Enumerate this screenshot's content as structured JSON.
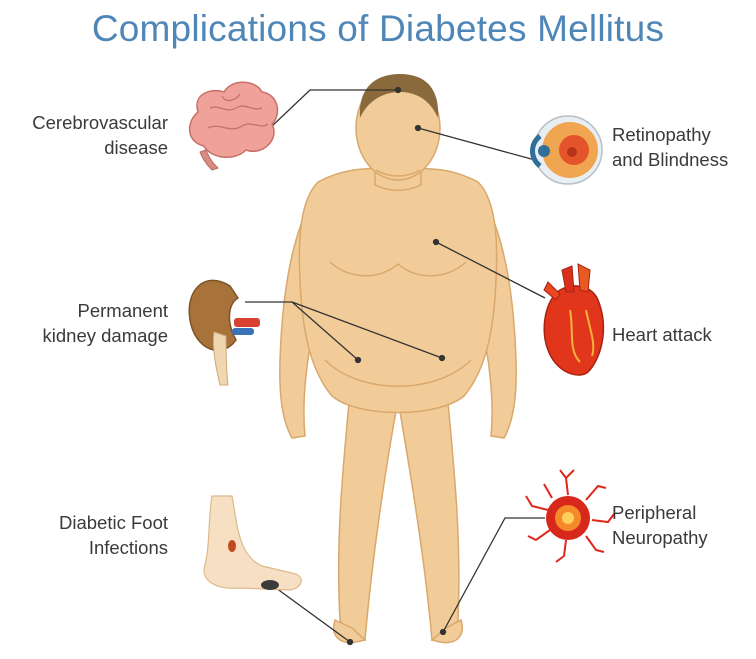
{
  "title": "Complications of Diabetes Mellitus",
  "colors": {
    "title": "#4f86b8",
    "skin": "#f2cc98",
    "skin_shadow": "#e0b27a",
    "hair": "#8a6a3c",
    "leader_line": "#333333",
    "text": "#3a3a3a"
  },
  "complications": [
    {
      "id": "cerebrovascular",
      "line1": "Cerebrovascular",
      "line2": "disease",
      "icon": "brain-icon"
    },
    {
      "id": "retinopathy",
      "line1": "Retinopathy",
      "line2": "and Blindness",
      "icon": "eye-icon"
    },
    {
      "id": "kidney",
      "line1": "Permanent",
      "line2": "kidney damage",
      "icon": "kidney-icon"
    },
    {
      "id": "heart",
      "line1": "Heart attack",
      "line2": "",
      "icon": "heart-icon"
    },
    {
      "id": "foot",
      "line1": "Diabetic Foot",
      "line2": "Infections",
      "icon": "foot-icon"
    },
    {
      "id": "neuropathy",
      "line1": "Peripheral",
      "line2": "Neuropathy",
      "icon": "neuron-icon"
    }
  ]
}
